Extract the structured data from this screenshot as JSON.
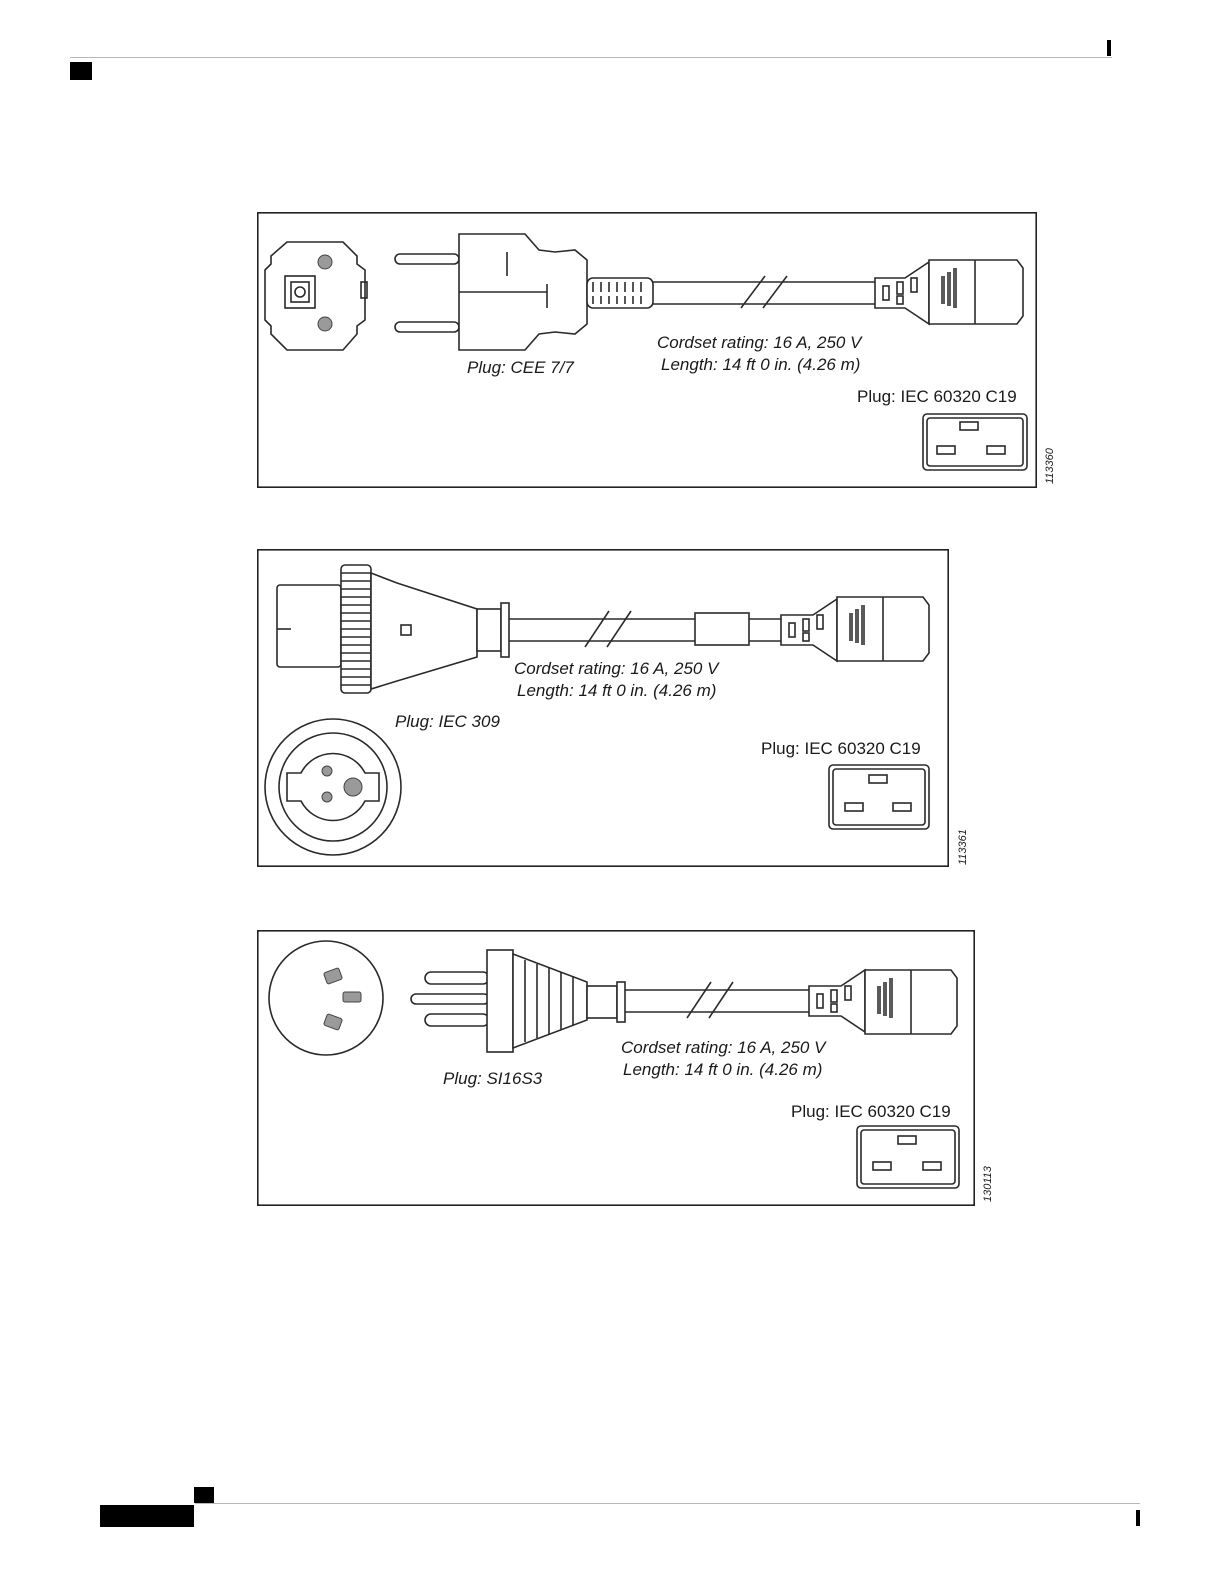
{
  "figures": [
    {
      "plug_label": "Plug: CEE 7/7",
      "rating_label": "Cordset rating: 16 A, 250 V",
      "length_label": "Length: 14 ft 0 in. (4.26 m)",
      "connector_label": "Plug: IEC 60320 C19",
      "figure_number": "113360"
    },
    {
      "plug_label": "Plug: IEC 309",
      "rating_label": "Cordset rating: 16 A, 250 V",
      "length_label": "Length: 14 ft 0 in. (4.26 m)",
      "connector_label": "Plug: IEC 60320 C19",
      "figure_number": "113361"
    },
    {
      "plug_label": "Plug: SI16S3",
      "rating_label": "Cordset rating: 16 A, 250 V",
      "length_label": "Length: 14 ft 0 in. (4.26 m)",
      "connector_label": "Plug: IEC 60320 C19",
      "figure_number": "130113"
    }
  ]
}
